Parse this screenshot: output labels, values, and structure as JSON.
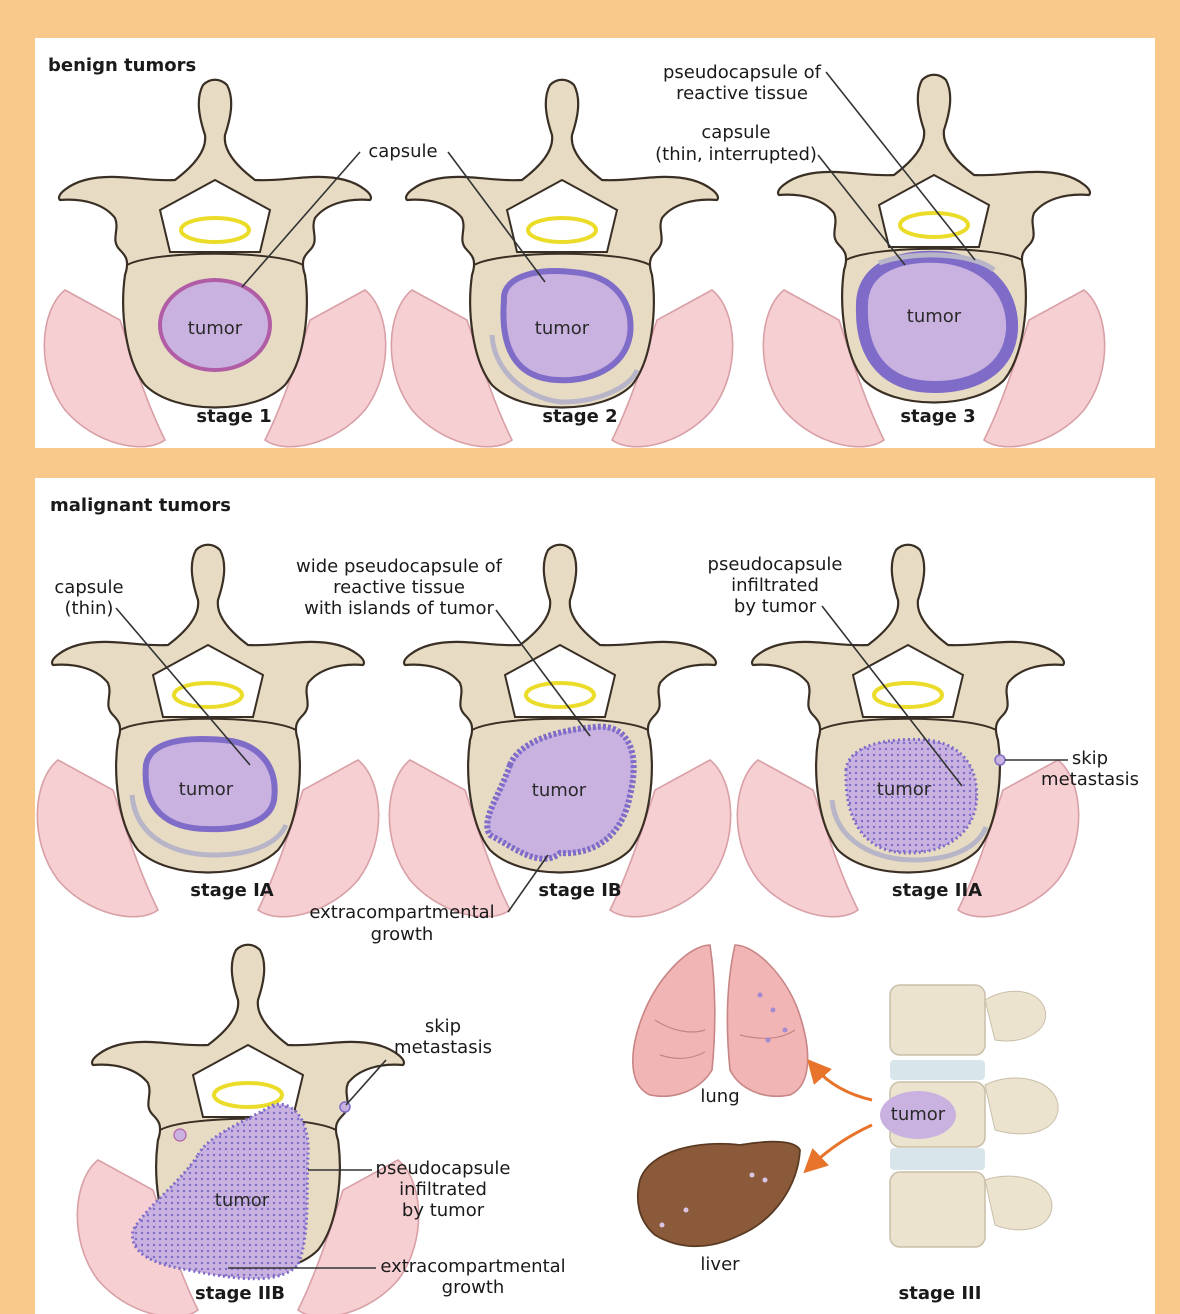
{
  "benign": {
    "heading": "benign tumors",
    "stages": [
      "stage 1",
      "stage 2",
      "stage 3"
    ],
    "tumor": "tumor",
    "capsule": "capsule",
    "pseudocapsule": [
      "pseudocapsule of",
      "reactive tissue"
    ],
    "capsule_thin_interrupted": [
      "capsule",
      "(thin, interrupted)"
    ]
  },
  "malignant": {
    "heading": "malignant tumors",
    "stages": [
      "stage IA",
      "stage IB",
      "stage IIA",
      "stage IIB",
      "stage III"
    ],
    "tumor": "tumor",
    "capsule_thin": [
      "capsule",
      "(thin)"
    ],
    "wide_pseudocapsule": [
      "wide pseudocapsule of",
      "reactive tissue",
      "with islands of tumor"
    ],
    "pseudocapsule_infiltrated": [
      "pseudocapsule",
      "infiltrated",
      "by tumor"
    ],
    "skip_metastasis": [
      "skip",
      "metastasis"
    ],
    "extracompartmental": [
      "extracompartmental",
      "growth"
    ],
    "lung": "lung",
    "liver": "liver"
  },
  "colors": {
    "background": "#f8c98a",
    "bone": "#e7dcc3",
    "muscle": "#f6cfd3",
    "tumor": "#c9b2e0",
    "capsule": "#7e6cc8",
    "spinal_cord": "#ecdc2a",
    "liver": "#8a5a3a",
    "lung": "#f1b5b5",
    "arrow": "#e8732a"
  }
}
